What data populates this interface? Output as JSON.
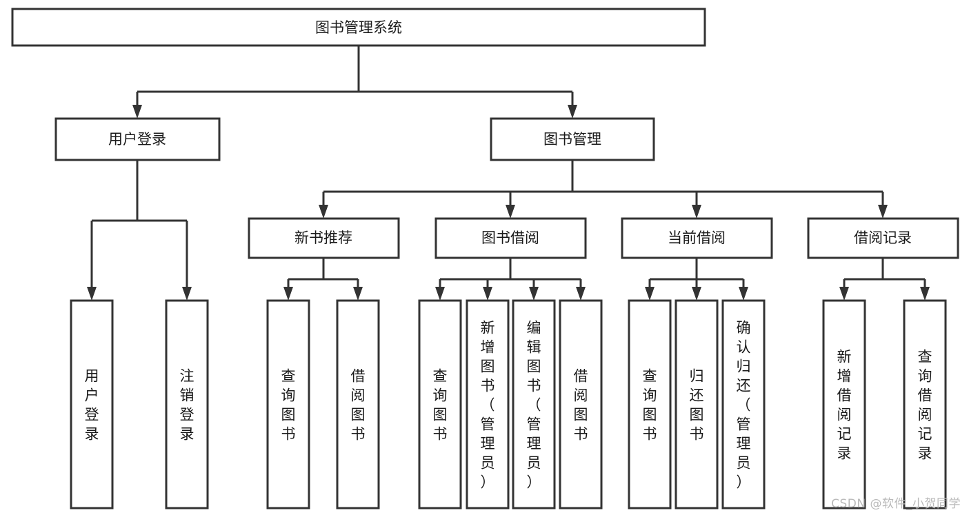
{
  "diagram": {
    "title": "图书管理系统",
    "watermark": "CSDN @软件_小贺同学",
    "colors": {
      "stroke": "#333333",
      "fill": "#ffffff",
      "text": "#1a1a1a",
      "watermark": "#b9b9b9"
    },
    "nodes": {
      "root": {
        "label": "图书管理系统"
      },
      "level2": [
        {
          "id": "user-login",
          "label": "用户登录"
        },
        {
          "id": "book-manage",
          "label": "图书管理"
        }
      ],
      "level3": [
        {
          "id": "new-book-recommend",
          "label": "新书推荐"
        },
        {
          "id": "book-borrow",
          "label": "图书借阅"
        },
        {
          "id": "current-borrow",
          "label": "当前借阅"
        },
        {
          "id": "borrow-record",
          "label": "借阅记录"
        }
      ],
      "leaves": {
        "user-login": [
          {
            "id": "leaf-user-login",
            "label": "用户登录"
          },
          {
            "id": "leaf-logout-login",
            "label": "注销登录"
          }
        ],
        "new-book-recommend": [
          {
            "id": "leaf-query-book-1",
            "label": "查询图书"
          },
          {
            "id": "leaf-borrow-book-1",
            "label": "借阅图书"
          }
        ],
        "book-borrow": [
          {
            "id": "leaf-query-book-2",
            "label": "查询图书"
          },
          {
            "id": "leaf-add-book-admin",
            "label": "新增图书（管理员）"
          },
          {
            "id": "leaf-edit-book-admin",
            "label": "编辑图书（管理员）"
          },
          {
            "id": "leaf-borrow-book-2",
            "label": "借阅图书"
          }
        ],
        "current-borrow": [
          {
            "id": "leaf-query-book-3",
            "label": "查询图书"
          },
          {
            "id": "leaf-return-book",
            "label": "归还图书"
          },
          {
            "id": "leaf-confirm-return-admin",
            "label": "确认归还（管理员）"
          }
        ],
        "borrow-record": [
          {
            "id": "leaf-add-borrow-record",
            "label": "新增借阅记录"
          },
          {
            "id": "leaf-query-borrow-record",
            "label": "查询借阅记录"
          }
        ]
      }
    }
  }
}
